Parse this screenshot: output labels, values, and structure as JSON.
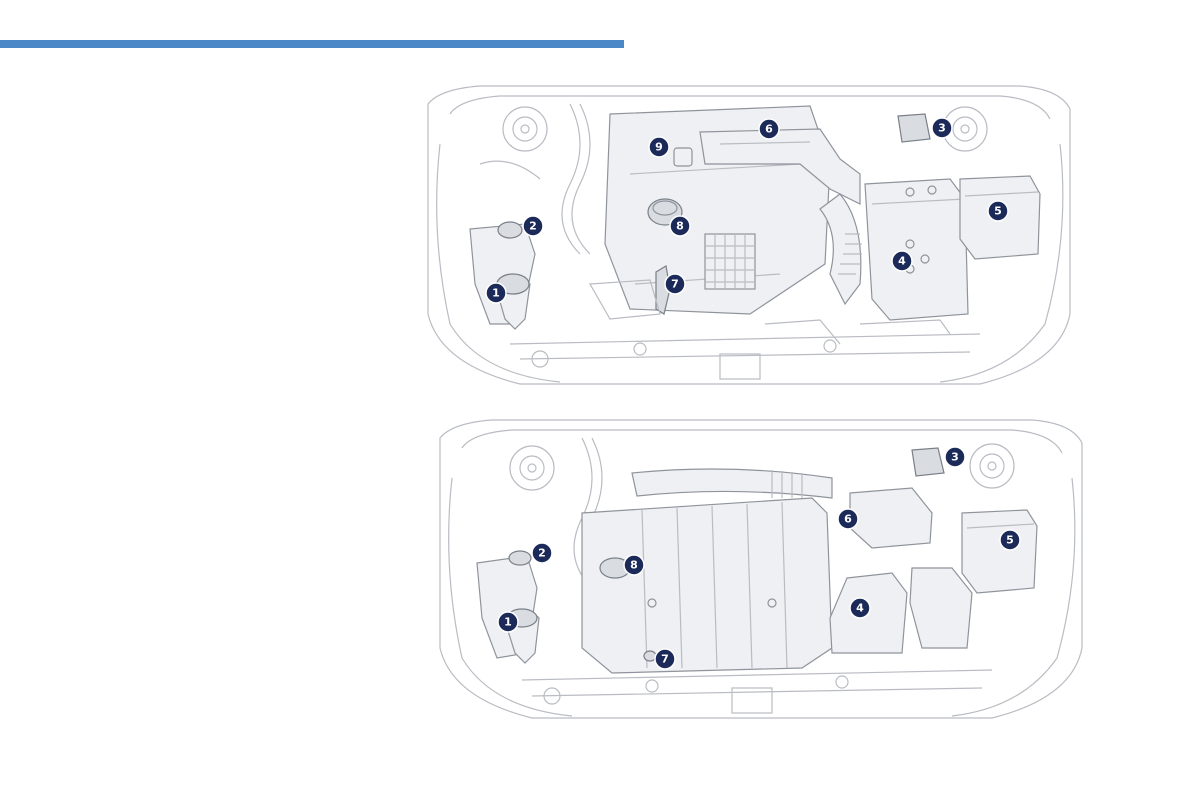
{
  "header": {
    "accent_color": "#4a88c7"
  },
  "diagrams": [
    {
      "id": "engine-bay-1",
      "callouts": [
        "1",
        "2",
        "3",
        "4",
        "5",
        "6",
        "7",
        "8",
        "9"
      ]
    },
    {
      "id": "engine-bay-2",
      "callouts": [
        "1",
        "2",
        "3",
        "4",
        "5",
        "6",
        "7",
        "8"
      ]
    }
  ],
  "callout_color": "#1c2a5a"
}
